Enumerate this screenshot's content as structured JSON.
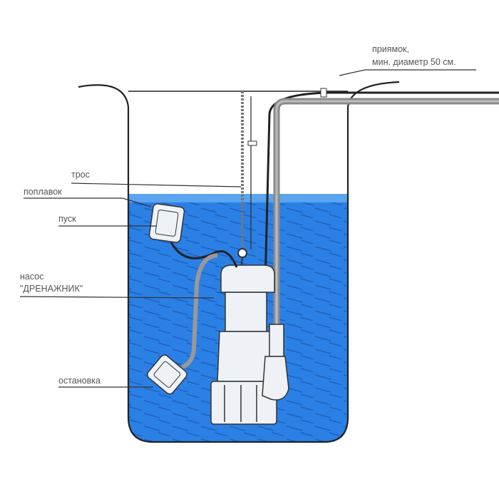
{
  "labels": {
    "pit": "приямок,",
    "pit_diameter": "мин. диаметр 50 см.",
    "cable": "трос",
    "float": "поплавок",
    "start": "пуск",
    "pump_line1": "насос",
    "pump_line2": "\"ДРЕНАЖНИК\"",
    "stop": "остановка"
  },
  "colors": {
    "water": "#2b80e6",
    "water_hatch": "#1b5bb0",
    "pipe": "#8a8a8a",
    "outline": "#222222"
  }
}
